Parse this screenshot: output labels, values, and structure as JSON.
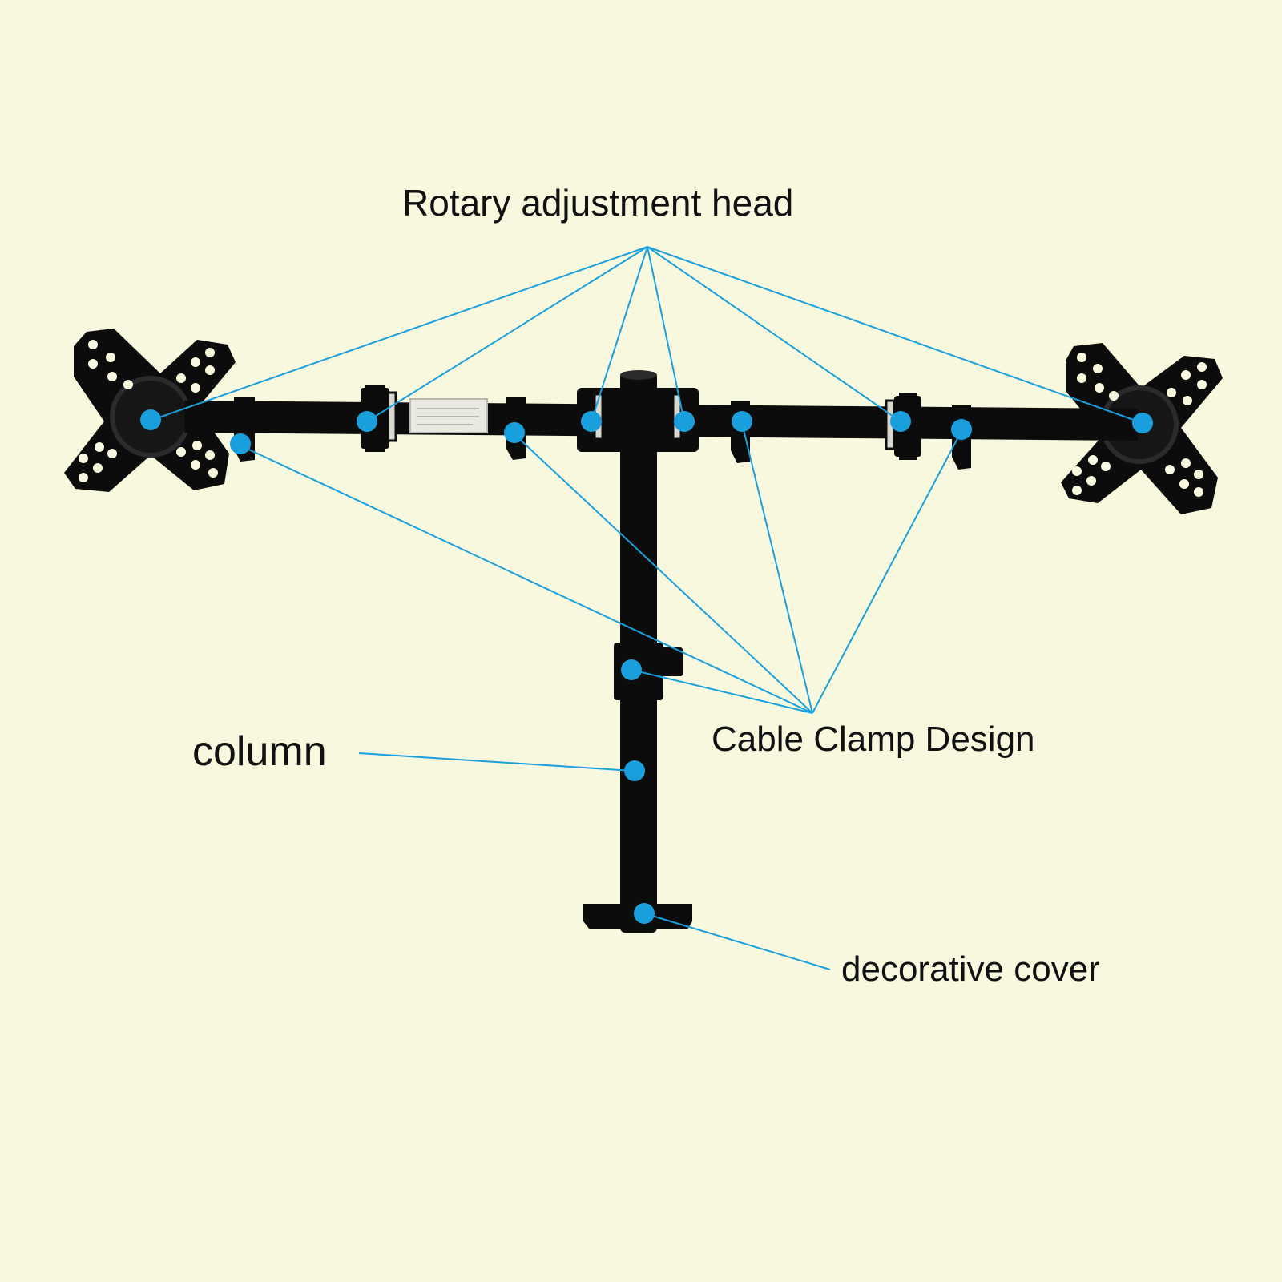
{
  "labels": {
    "rotary_adjustment_head": "Rotary adjustment head",
    "column": "column",
    "cable_clamp_design": "Cable Clamp Design",
    "decorative_cover": "decorative cover"
  },
  "colors": {
    "background": "#f8f8df",
    "callout": "#1a9fdd",
    "product": "#0c0c0c"
  }
}
